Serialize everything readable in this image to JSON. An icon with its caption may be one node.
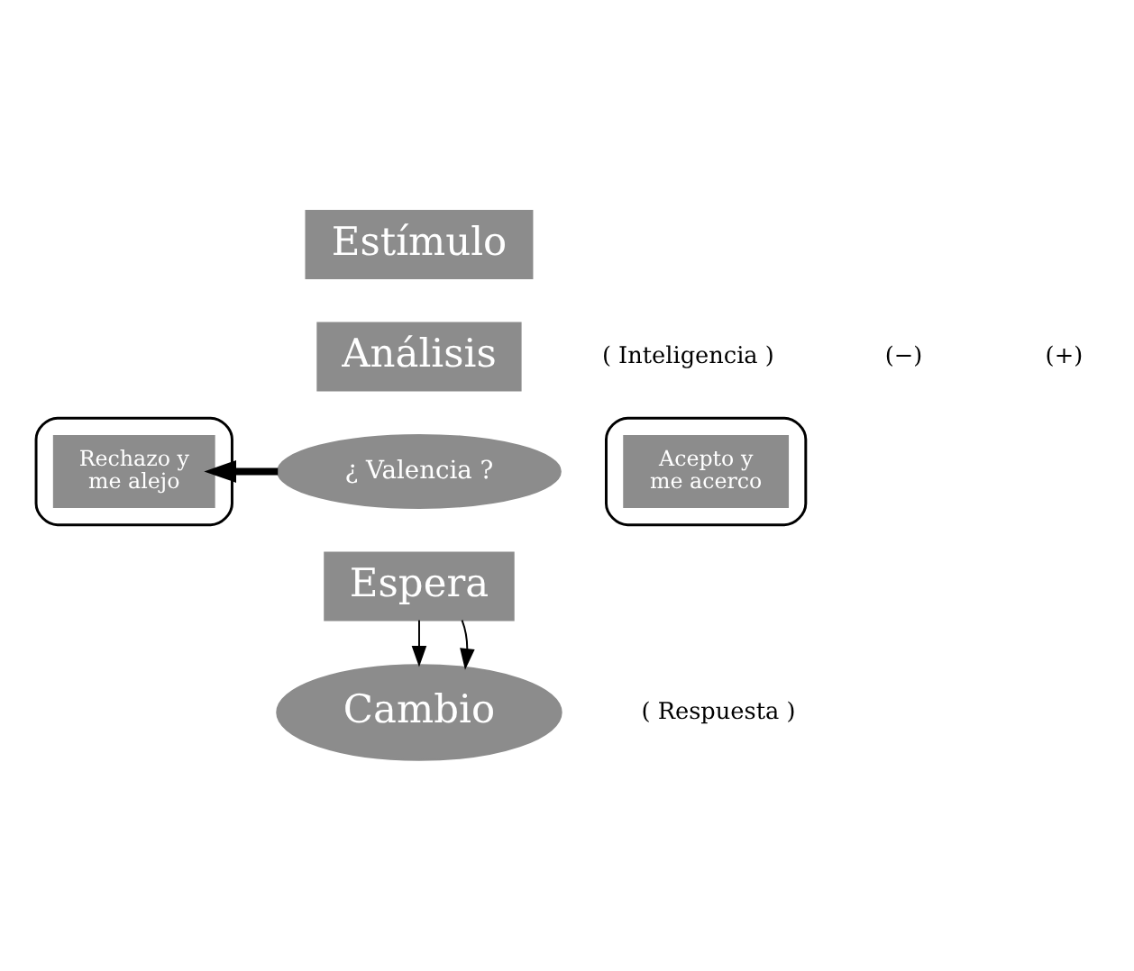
{
  "diagram": {
    "nodes": [
      {
        "text": [
          "Estímulo"
        ]
      },
      {
        "text": [
          "Análisis"
        ],
        "beside": [
          "( Inteligencia )"
        ]
      },
      {
        "text": [],
        "shape": "box"
      },
      {
        "text": [
          "Rechazo y me alejo"
        ],
        "in": 2
      },
      {
        "text": [
          "¿ Valencia ?"
        ]
      },
      {
        "text": [],
        "shape": "box"
      },
      {
        "text": [
          "Acepto y me acerco"
        ],
        "in": 5
      },
      {
        "text": [
          "Espera"
        ]
      },
      {
        "text": [
          "Cambio"
        ],
        "beside": [
          "( Respuesta )"
        ]
      }
    ],
    "edges": [
      {
        "from": 4,
        "to": 3,
        "arrow": "to",
        "style": "thick"
      },
      {
        "from": 7,
        "to": 8,
        "arrow": "to"
      },
      {
        "from": 7,
        "to": 8,
        "arrow": "to"
      }
    ],
    "labels": [
      "(−)",
      "(+)"
    ]
  }
}
